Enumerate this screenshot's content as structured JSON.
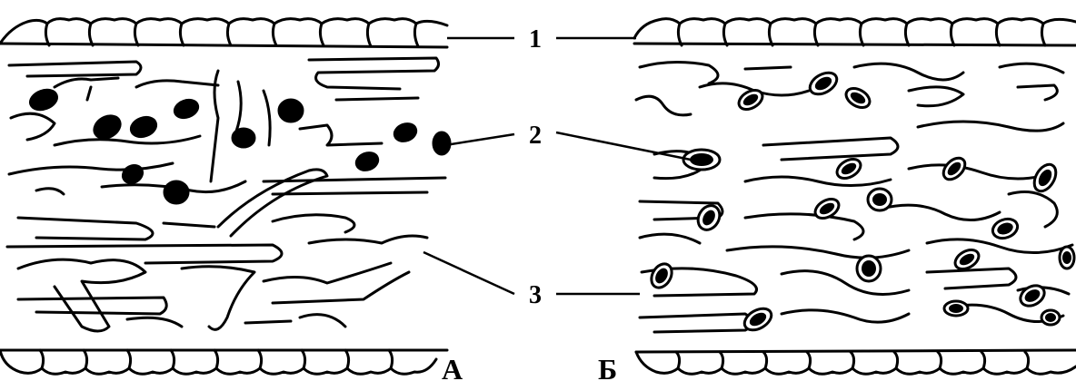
{
  "labels": {
    "one": "1",
    "two": "2",
    "three": "3",
    "panel_a": "А",
    "panel_b": "Б"
  },
  "colors": {
    "ink": "#000000",
    "paper": "#ffffff"
  }
}
